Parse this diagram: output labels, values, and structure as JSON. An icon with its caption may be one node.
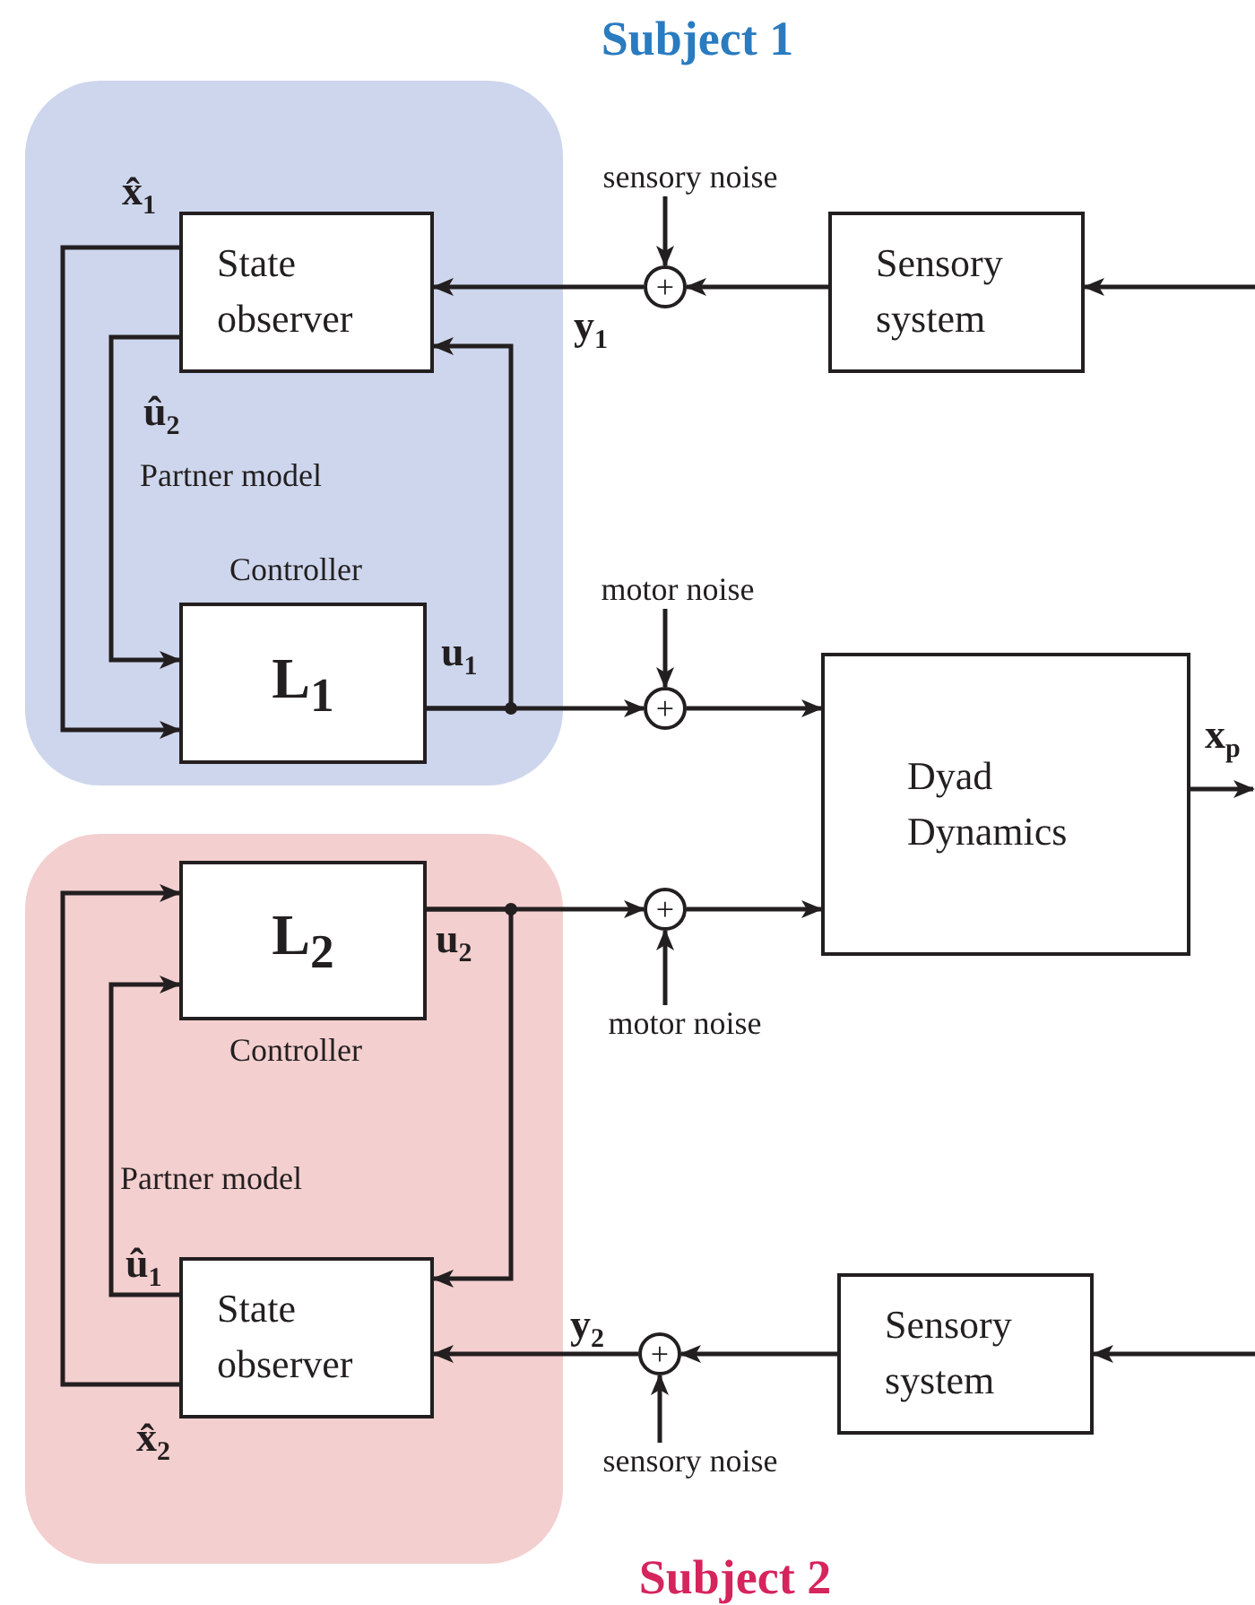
{
  "diagram": {
    "nodes": [
      {
        "text": [
          "Subject 1"
        ]
      },
      {
        "text": [
          "State observer"
        ],
        "in": 0
      },
      {
        "text": [
          "L$_{1}$"
        ],
        "in": 0,
        "beside": [
          "Controller"
        ]
      },
      {
        "text": [
          "+"
        ]
      },
      {
        "text": [
          "sensory noise"
        ]
      },
      {
        "text": [
          "Sensory system"
        ]
      },
      {
        "text": [
          "+"
        ]
      },
      {
        "text": [
          "motor noise"
        ]
      },
      {
        "text": [
          "Dyad Dynamics"
        ]
      },
      {
        "text": [
          "Subject 2"
        ]
      },
      {
        "text": [
          "L$_{2}$"
        ],
        "in": 9,
        "beside": [
          "Controller"
        ]
      },
      {
        "text": [
          "State observer"
        ],
        "in": 9
      },
      {
        "text": [
          "+"
        ]
      },
      {
        "text": [
          "motor noise"
        ]
      },
      {
        "text": [
          "+"
        ]
      },
      {
        "text": [
          "sensory noise"
        ]
      },
      {
        "text": [
          "Sensory system"
        ]
      }
    ],
    "edges": [
      {
        "from": 1,
        "to": 2,
        "arrow": "to",
        "label": "x̂$_{1}$"
      },
      {
        "from": 1,
        "to": 2,
        "arrow": "to",
        "label": "û$_{2}$"
      },
      {
        "from": 2,
        "to": 6,
        "arrow": "to",
        "label": "u$_{1}$"
      },
      {
        "from": 2,
        "to": 1,
        "arrow": "to"
      },
      {
        "from": 6,
        "to": 8,
        "arrow": "to"
      },
      {
        "from": 4,
        "to": 3,
        "arrow": "to"
      },
      {
        "from": 7,
        "to": 6,
        "arrow": "to"
      },
      {
        "from": 5,
        "to": 3,
        "arrow": "to"
      },
      {
        "from": 3,
        "to": 1,
        "arrow": "to",
        "label": "y$_{1}$"
      },
      {
        "from": null,
        "to": 5,
        "arrow": "to"
      },
      {
        "from": 8,
        "to": null,
        "arrow": "to",
        "label": "x$_{p}$"
      },
      {
        "from": 10,
        "to": 12,
        "arrow": "to",
        "label": "u$_{2}$"
      },
      {
        "from": 10,
        "to": 11,
        "arrow": "to"
      },
      {
        "from": 13,
        "to": 12,
        "arrow": "to"
      },
      {
        "from": 12,
        "to": 8,
        "arrow": "to"
      },
      {
        "from": 11,
        "to": 10,
        "arrow": "to",
        "label": "û$_{1}$"
      },
      {
        "from": 11,
        "to": 10,
        "arrow": "to",
        "label": "x̂$_{2}$"
      },
      {
        "from": 16,
        "to": 14,
        "arrow": "to"
      },
      {
        "from": 15,
        "to": 14,
        "arrow": "to"
      },
      {
        "from": 14,
        "to": 11,
        "arrow": "to",
        "label": "y$_{2}$"
      },
      {
        "from": null,
        "to": 16,
        "arrow": "to"
      }
    ],
    "labels": [
      "Partner model",
      "Partner model"
    ]
  }
}
